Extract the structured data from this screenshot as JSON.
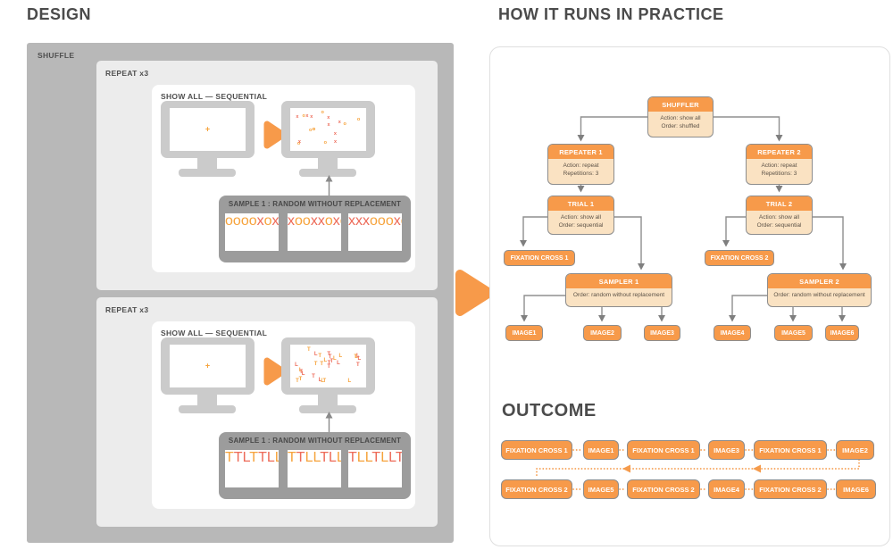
{
  "left": {
    "title": "DESIGN",
    "shuffle_label": "SHUFFLE",
    "fixation_symbol": "+",
    "blocks": [
      {
        "repeat_label": "REPEAT x3",
        "panel_label": "SHOW ALL — SEQUENTIAL",
        "sample_label": "SAMPLE  1 : RANDOM WITHOUT REPLACEMENT",
        "stimulus": "dots"
      },
      {
        "repeat_label": "REPEAT x3",
        "panel_label": "SHOW ALL — SEQUENTIAL",
        "sample_label": "SAMPLE  1 : RANDOM WITHOUT REPLACEMENT",
        "stimulus": "letters"
      }
    ]
  },
  "right": {
    "title": "HOW IT RUNS IN PRACTICE",
    "tree": {
      "shuffler": {
        "title": "SHUFFLER",
        "lines": [
          "Action: show all",
          "Order: shuffled"
        ]
      },
      "repeater1": {
        "title": "REPEATER 1",
        "lines": [
          "Action: repeat",
          "Repetitions: 3"
        ]
      },
      "repeater2": {
        "title": "REPEATER 2",
        "lines": [
          "Action: repeat",
          "Repetitions: 3"
        ]
      },
      "trial1": {
        "title": "TRIAL 1",
        "lines": [
          "Action: show all",
          "Order: sequential"
        ]
      },
      "trial2": {
        "title": "TRIAL 2",
        "lines": [
          "Action: show all",
          "Order: sequential"
        ]
      },
      "fixation1": "FIXATION CROSS 1",
      "fixation2": "FIXATION CROSS 2",
      "sampler1": {
        "title": "SAMPLER 1",
        "lines": [
          "Order: random without replacement"
        ]
      },
      "sampler2": {
        "title": "SAMPLER 2",
        "lines": [
          "Order: random without replacement"
        ]
      },
      "images1": [
        "IMAGE1",
        "IMAGE2",
        "IMAGE3"
      ],
      "images2": [
        "IMAGE4",
        "IMAGE5",
        "IMAGE6"
      ]
    },
    "outcome": {
      "title": "OUTCOME",
      "row1": [
        "FIXATION CROSS 1",
        "IMAGE1",
        "FIXATION CROSS 1",
        "IMAGE3",
        "FIXATION CROSS 1",
        "IMAGE2"
      ],
      "row2": [
        "FIXATION CROSS 2",
        "IMAGE5",
        "FIXATION CROSS 2",
        "IMAGE4",
        "FIXATION CROSS 2",
        "IMAGE6"
      ]
    }
  },
  "colors": {
    "orange": "#F79A4A",
    "cream": "#FAE2C2",
    "node_border": "#8d8d8d",
    "connector": "#8f8f8f",
    "dotted_flow": "#F59B4C",
    "stim_orange": "#F6A33C",
    "stim_red": "#ED6A58"
  },
  "stimuli": {
    "dots": {
      "items": [
        {
          "g": "o",
          "c": "#F6A33C"
        },
        {
          "g": "x",
          "c": "#ED6A58"
        }
      ]
    },
    "letters": {
      "items": [
        {
          "g": "T",
          "c": "#F6A33C"
        },
        {
          "g": "L",
          "c": "#ED6A58"
        },
        {
          "g": "L",
          "c": "#F6A33C"
        },
        {
          "g": "T",
          "c": "#ED6A58"
        }
      ]
    }
  }
}
